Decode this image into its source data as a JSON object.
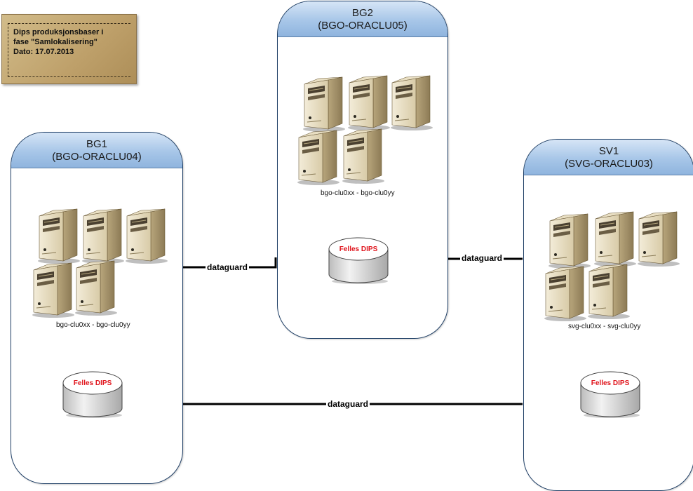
{
  "note": {
    "text": "Dips produksjonsbaser i\nfase \"Samlokalisering\"\nDato: 17.07.2013"
  },
  "sites": [
    {
      "name": "BG1",
      "cluster": "(BGO-ORACLU04)",
      "servers_caption": "bgo-clu0xx - bgo-clu0yy",
      "db_label": "Felles DIPS"
    },
    {
      "name": "BG2",
      "cluster": "(BGO-ORACLU05)",
      "servers_caption": "bgo-clu0xx - bgo-clu0yy",
      "db_label": "Felles DIPS"
    },
    {
      "name": "SV1",
      "cluster": "(SVG-ORACLU03)",
      "servers_caption": "svg-clu0xx - svg-clu0yy",
      "db_label": "Felles DIPS"
    }
  ],
  "links": [
    {
      "label": "dataguard",
      "from": "BG1",
      "to": "BG2"
    },
    {
      "label": "dataguard",
      "from": "BG2",
      "to": "SV1"
    },
    {
      "label": "dataguard",
      "from": "BG1",
      "to": "SV1"
    }
  ],
  "colors": {
    "header_gradient_top": "#d6e5f6",
    "header_gradient_bottom": "#8fb4de",
    "note_background": "#c4a872",
    "db_label": "#e0141c"
  },
  "icons": [
    "server-icon",
    "database-icon"
  ]
}
